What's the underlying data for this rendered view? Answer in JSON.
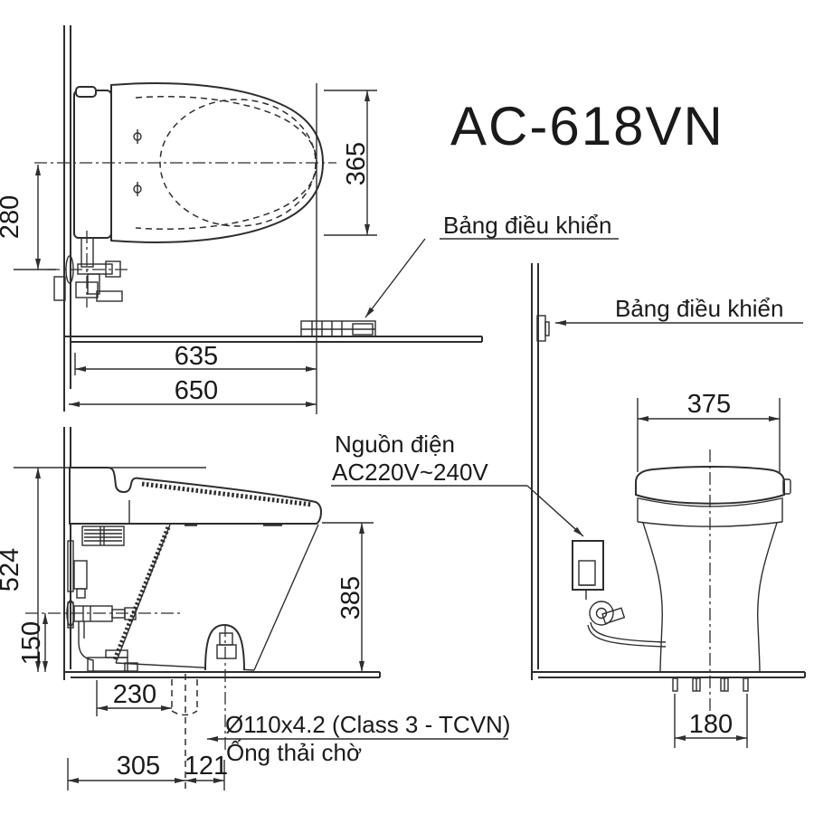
{
  "title": "AC-618VN",
  "labels": {
    "control_panel": "Bảng điều khiển",
    "control_panel_rear": "Bảng điều khiển",
    "power_source_line1": "Nguồn điện",
    "power_source_line2": "AC220V~240V",
    "drain_pipe_spec": "Ø110x4.2 (Class 3 - TCVN)",
    "drain_pipe_name": "Ống thải chờ"
  },
  "dimensions": {
    "top": {
      "seat_width": "365",
      "supply_offset": "280",
      "depth_to_front": "635",
      "total_depth": "650"
    },
    "side": {
      "total_height": "524",
      "valve_height": "150",
      "bowl_height": "385",
      "drain_from_wall": "230",
      "pipe_run": "305",
      "pipe_extra": "121"
    },
    "rear": {
      "body_width": "375",
      "bolt_span": "180"
    }
  },
  "drawing": {
    "line_color": "#2e2e2e",
    "text_color": "#1a1a1a",
    "background": "#ffffff"
  }
}
